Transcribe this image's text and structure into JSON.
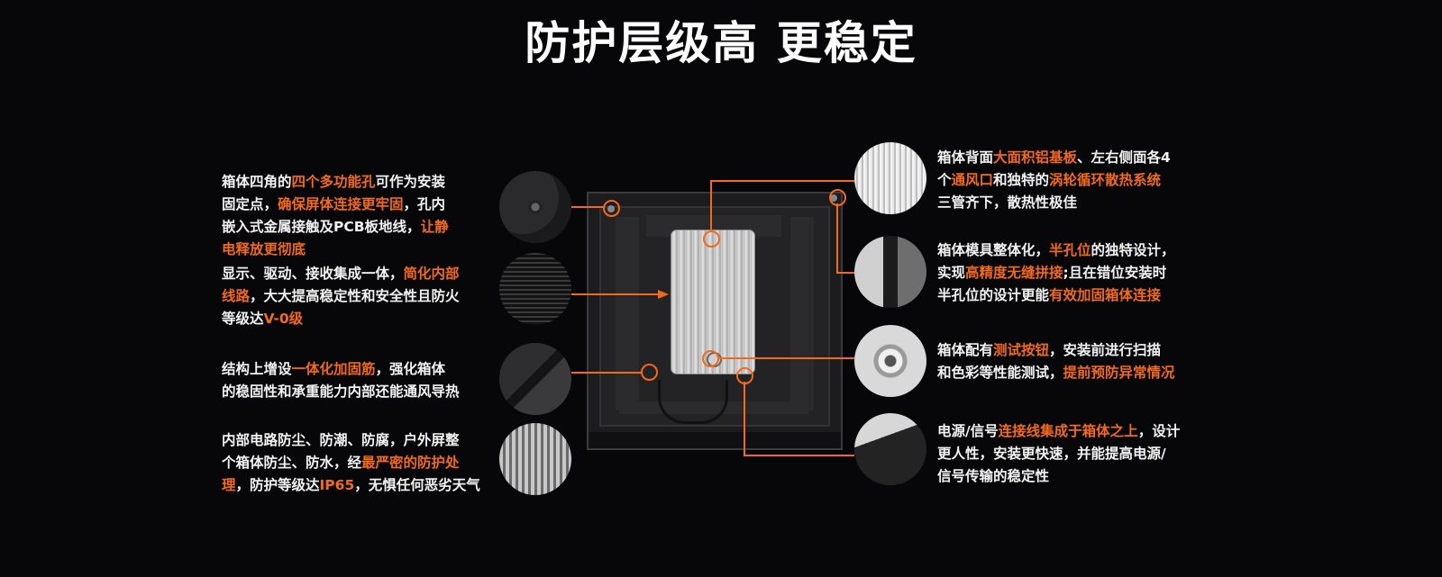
{
  "title": "防护层级高 更稳定",
  "left_features": [
    {
      "segments": [
        {
          "t": "箱体四角的",
          "hl": false
        },
        {
          "t": "四个多功能孔",
          "hl": true
        },
        {
          "t": "可作为安装",
          "hl": false
        },
        {
          "br": true
        },
        {
          "t": "固定点，",
          "hl": false
        },
        {
          "t": "确保屏体连接更牢固",
          "hl": true
        },
        {
          "t": "，孔内",
          "hl": false
        },
        {
          "br": true
        },
        {
          "t": "嵌入式金属接触及PCB板地线，",
          "hl": false
        },
        {
          "t": "让静",
          "hl": true
        },
        {
          "br": true
        },
        {
          "t": "电释放更彻底",
          "hl": true
        }
      ],
      "icon": "corner-hole-icon"
    },
    {
      "segments": [
        {
          "t": "显示、驱动、接收集成一体，",
          "hl": false
        },
        {
          "t": "简化内部",
          "hl": true
        },
        {
          "br": true
        },
        {
          "t": "线路",
          "hl": true
        },
        {
          "t": "，大大提高稳定性和安全性且防火",
          "hl": false
        },
        {
          "br": true
        },
        {
          "t": "等级达",
          "hl": false
        },
        {
          "t": "V-0级",
          "hl": true
        }
      ],
      "icon": "circuit-board-icon"
    },
    {
      "segments": [
        {
          "t": "结构上增设",
          "hl": false
        },
        {
          "t": "一体化加固筋",
          "hl": true
        },
        {
          "t": "，强化箱体",
          "hl": false
        },
        {
          "br": true
        },
        {
          "t": "的稳固性和承重能力内部还能通风导热",
          "hl": false
        }
      ],
      "icon": "reinforcement-rib-icon"
    },
    {
      "segments": [
        {
          "t": "内部电路防尘、防潮、防腐，户外屏整",
          "hl": false
        },
        {
          "br": true
        },
        {
          "t": "个箱体防尘、防水，经",
          "hl": false
        },
        {
          "t": "最严密的防护处",
          "hl": true
        },
        {
          "br": true
        },
        {
          "t": "理",
          "hl": true
        },
        {
          "t": "，防护等级达",
          "hl": false
        },
        {
          "t": "IP65",
          "hl": true
        },
        {
          "t": "，无惧任何恶劣天气",
          "hl": false
        }
      ],
      "icon": "waterproof-seal-icon"
    }
  ],
  "right_features": [
    {
      "segments": [
        {
          "t": "箱体背面",
          "hl": false
        },
        {
          "t": "大面积铝基板",
          "hl": true
        },
        {
          "t": "、左右侧面各4",
          "hl": false
        },
        {
          "br": true
        },
        {
          "t": "个",
          "hl": false
        },
        {
          "t": "通风口",
          "hl": true
        },
        {
          "t": "和独特的",
          "hl": false
        },
        {
          "t": "涡轮循环散热系统",
          "hl": true
        },
        {
          "br": true
        },
        {
          "t": "三管齐下，散热性极佳",
          "hl": false
        }
      ],
      "icon": "aluminum-heatsink-icon"
    },
    {
      "segments": [
        {
          "t": "箱体模具整体化，",
          "hl": false
        },
        {
          "t": "半孔位",
          "hl": true
        },
        {
          "t": "的独特设计，",
          "hl": false
        },
        {
          "br": true
        },
        {
          "t": "实现",
          "hl": false
        },
        {
          "t": "高精度无缝拼接",
          "hl": true
        },
        {
          "t": ";且在错位安装时",
          "hl": false
        },
        {
          "br": true
        },
        {
          "t": "半孔位的设计更能",
          "hl": false
        },
        {
          "t": "有效加固箱体连接",
          "hl": true
        }
      ],
      "icon": "half-hole-icon"
    },
    {
      "segments": [
        {
          "t": "箱体配有",
          "hl": false
        },
        {
          "t": "测试按钮",
          "hl": true
        },
        {
          "t": "，安装前进行扫描",
          "hl": false
        },
        {
          "br": true
        },
        {
          "t": "和色彩等性能测试，",
          "hl": false
        },
        {
          "t": "提前预防异常情况",
          "hl": true
        }
      ],
      "icon": "test-button-icon"
    },
    {
      "segments": [
        {
          "t": "电源/信号",
          "hl": false
        },
        {
          "t": "连接线集成于箱体之上",
          "hl": true
        },
        {
          "t": "，设计",
          "hl": false
        },
        {
          "br": true
        },
        {
          "t": "更人性，安装更快速，并能提高电源/",
          "hl": false
        },
        {
          "br": true
        },
        {
          "t": "信号传输的稳定性",
          "hl": false
        }
      ],
      "icon": "cable-connector-icon"
    }
  ],
  "colors": {
    "background": "#070709",
    "highlight": "#f26a1b",
    "text": "#f2f2f2"
  }
}
